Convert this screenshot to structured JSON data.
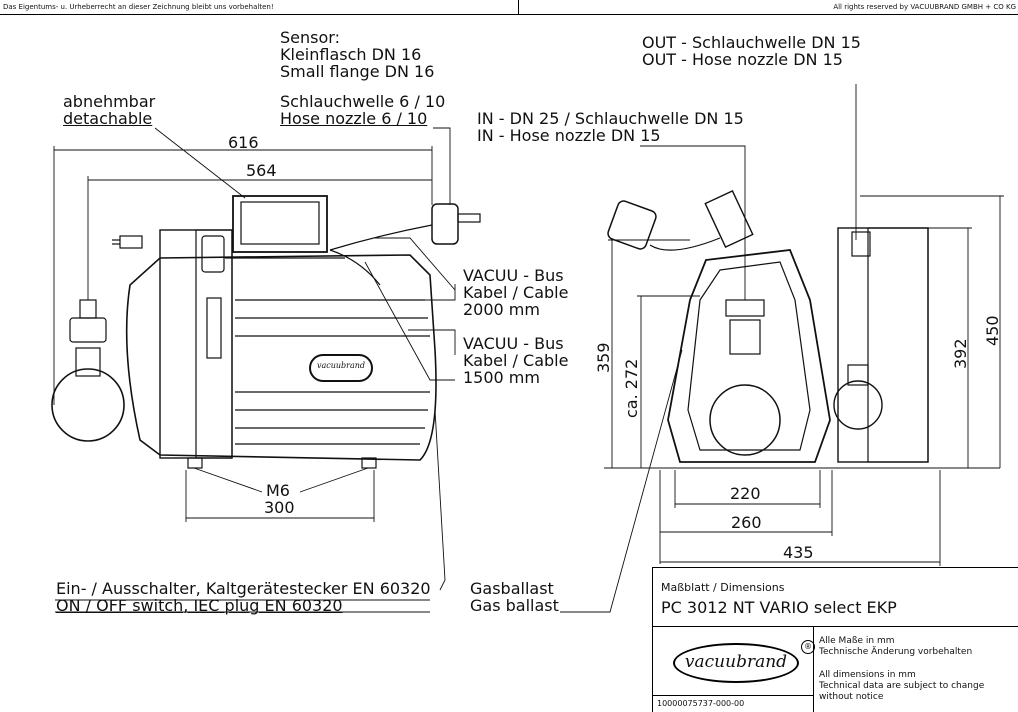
{
  "header": {
    "left_notice": "Das Eigentums- u. Urheberrecht an dieser Zeichnung bleibt uns vorbehalten!",
    "right_notice": "All rights reserved by VACUUBRAND GMBH + CO KG"
  },
  "callouts": {
    "sensor": [
      "Sensor:",
      "Kleinflasch DN 16",
      "Small flange DN 16"
    ],
    "out": [
      "OUT - Schlauchwelle DN 15",
      "OUT - Hose nozzle DN 15"
    ],
    "detachable": [
      "abnehmbar",
      "detachable"
    ],
    "hose_nozzle": [
      "Schlauchwelle 6 / 10",
      "Hose nozzle 6 / 10"
    ],
    "inlet": [
      "IN - DN 25 / Schlauchwelle DN 15",
      "IN - Hose nozzle DN 15"
    ],
    "bus_cable_2000": [
      "VACUU - Bus",
      "Kabel / Cable",
      "2000 mm"
    ],
    "bus_cable_1500": [
      "VACUU - Bus",
      "Kabel / Cable",
      "1500 mm"
    ],
    "switch": [
      "Ein- / Ausschalter, Kaltgerätestecker EN 60320",
      "ON / OFF switch, IEC plug EN 60320"
    ],
    "gas_ballast": [
      "Gasballast",
      "Gas ballast"
    ]
  },
  "dimensions": {
    "overall_width": "616",
    "body_width": "564",
    "thread": "M6",
    "foot_spacing": "300",
    "side_height_359": "359",
    "side_height_272": "ca. 272",
    "height_392": "392",
    "height_450": "450",
    "depth_220": "220",
    "depth_260": "260",
    "depth_435": "435"
  },
  "title_block": {
    "subtitle": "Maßblatt / Dimensions",
    "title": "PC 3012 NT VARIO select EKP",
    "brand": "vacuubrand",
    "registered": "®",
    "notes_de": [
      "Alle Maße in mm",
      "Technische Änderung vorbehalten"
    ],
    "notes_en": [
      "All dimensions in mm",
      "Technical data are subject to change",
      "without notice"
    ],
    "doc_number": "10000075737-000-00"
  },
  "front_logo": "vacuubrand"
}
